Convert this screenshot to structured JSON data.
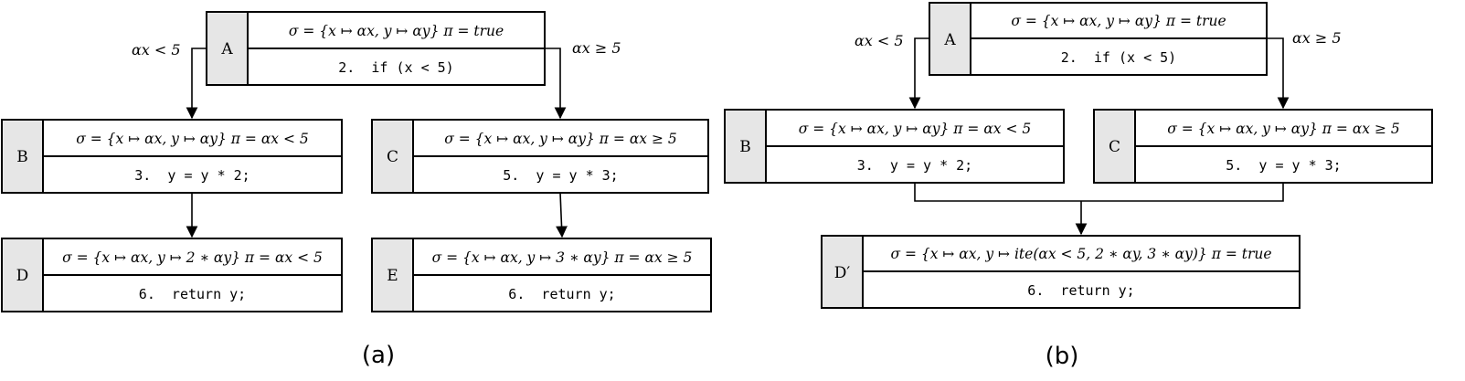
{
  "figure_a": {
    "caption": "(a)",
    "nodes": [
      {
        "id": "A",
        "state": "σ = {x ↦ αx, y ↦ αy} π = true",
        "code": "2.  if (x < 5)"
      },
      {
        "id": "B",
        "state": "σ = {x ↦ αx, y ↦ αy} π = αx < 5",
        "code": "3.  y = y * 2;"
      },
      {
        "id": "C",
        "state": "σ = {x ↦ αx, y ↦ αy} π = αx ≥ 5",
        "code": "5.  y = y * 3;"
      },
      {
        "id": "D",
        "state": "σ = {x ↦ αx, y ↦ 2 ∗ αy} π = αx < 5",
        "code": "6.  return y;"
      },
      {
        "id": "E",
        "state": "σ = {x ↦ αx, y ↦ 3 ∗ αy} π = αx ≥ 5",
        "code": "6.  return y;"
      }
    ],
    "edge_labels": {
      "true_branch": "αx < 5",
      "false_branch": "αx ≥ 5"
    }
  },
  "figure_b": {
    "caption": "(b)",
    "nodes": [
      {
        "id": "A",
        "state": "σ = {x ↦ αx, y ↦ αy} π = true",
        "code": "2.  if (x < 5)"
      },
      {
        "id": "B",
        "state": "σ = {x ↦ αx, y ↦ αy} π = αx < 5",
        "code": "3.  y = y * 2;"
      },
      {
        "id": "C",
        "state": "σ = {x ↦ αx, y ↦ αy} π = αx ≥ 5",
        "code": "5.  y = y * 3;"
      },
      {
        "id": "D′",
        "state": "σ = {x ↦ αx, y ↦ ite(αx < 5, 2 ∗ αy, 3 ∗ αy)} π = true",
        "code": "6.  return y;"
      }
    ],
    "edge_labels": {
      "true_branch": "αx < 5",
      "false_branch": "αx ≥ 5"
    }
  }
}
